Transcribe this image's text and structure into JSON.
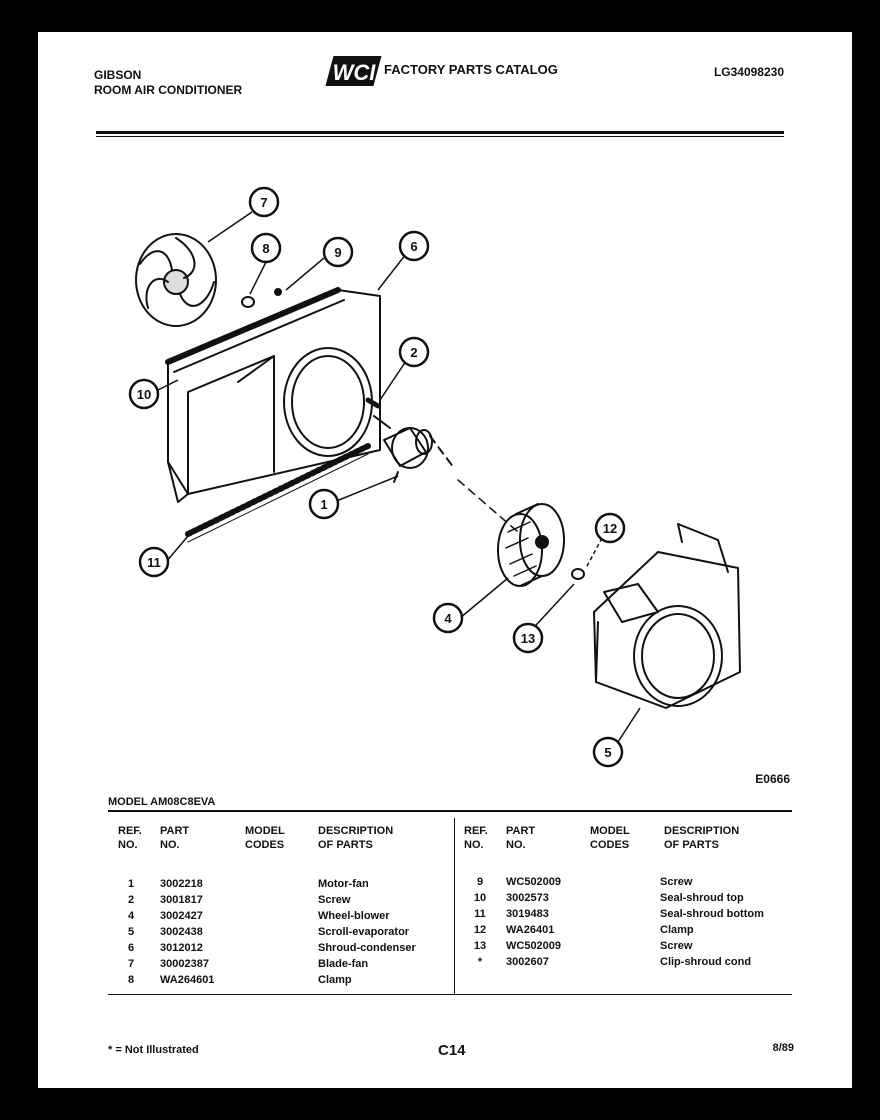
{
  "header": {
    "brand_line1": "GIBSON",
    "brand_line2": "ROOM AIR CONDITIONER",
    "logo_text": "WCI",
    "catalog_title": "FACTORY PARTS CATALOG",
    "catalog_number": "LG34098230"
  },
  "diagram": {
    "callouts": [
      "1",
      "2",
      "4",
      "5",
      "6",
      "7",
      "8",
      "9",
      "10",
      "11",
      "12",
      "13"
    ],
    "drawing_code": "E0666"
  },
  "table": {
    "model_line": "MODEL AM08C8EVA",
    "headers": {
      "ref_1": "REF.",
      "ref_2": "NO.",
      "part_1": "PART",
      "part_2": "NO.",
      "model_1": "MODEL",
      "model_2": "CODES",
      "desc_1": "DESCRIPTION",
      "desc_2": "OF PARTS"
    },
    "left_rows": [
      {
        "ref": "1",
        "part": "3002218",
        "desc": "Motor-fan"
      },
      {
        "ref": "2",
        "part": "3001817",
        "desc": "Screw"
      },
      {
        "ref": "4",
        "part": "3002427",
        "desc": "Wheel-blower"
      },
      {
        "ref": "5",
        "part": "3002438",
        "desc": "Scroll-evaporator"
      },
      {
        "ref": "6",
        "part": "3012012",
        "desc": "Shroud-condenser"
      },
      {
        "ref": "7",
        "part": "30002387",
        "desc": "Blade-fan"
      },
      {
        "ref": "8",
        "part": "WA264601",
        "desc": "Clamp"
      }
    ],
    "right_rows": [
      {
        "ref": "9",
        "part": "WC502009",
        "desc": "Screw"
      },
      {
        "ref": "10",
        "part": "3002573",
        "desc": "Seal-shroud top"
      },
      {
        "ref": "11",
        "part": "3019483",
        "desc": "Seal-shroud bottom"
      },
      {
        "ref": "12",
        "part": "WA26401",
        "desc": "Clamp"
      },
      {
        "ref": "13",
        "part": "WC502009",
        "desc": "Screw"
      },
      {
        "ref": "*",
        "part": "3002607",
        "desc": "Clip-shroud cond"
      }
    ]
  },
  "footer": {
    "footnote": "* = Not Illustrated",
    "page_code": "C14",
    "date": "8/89"
  }
}
